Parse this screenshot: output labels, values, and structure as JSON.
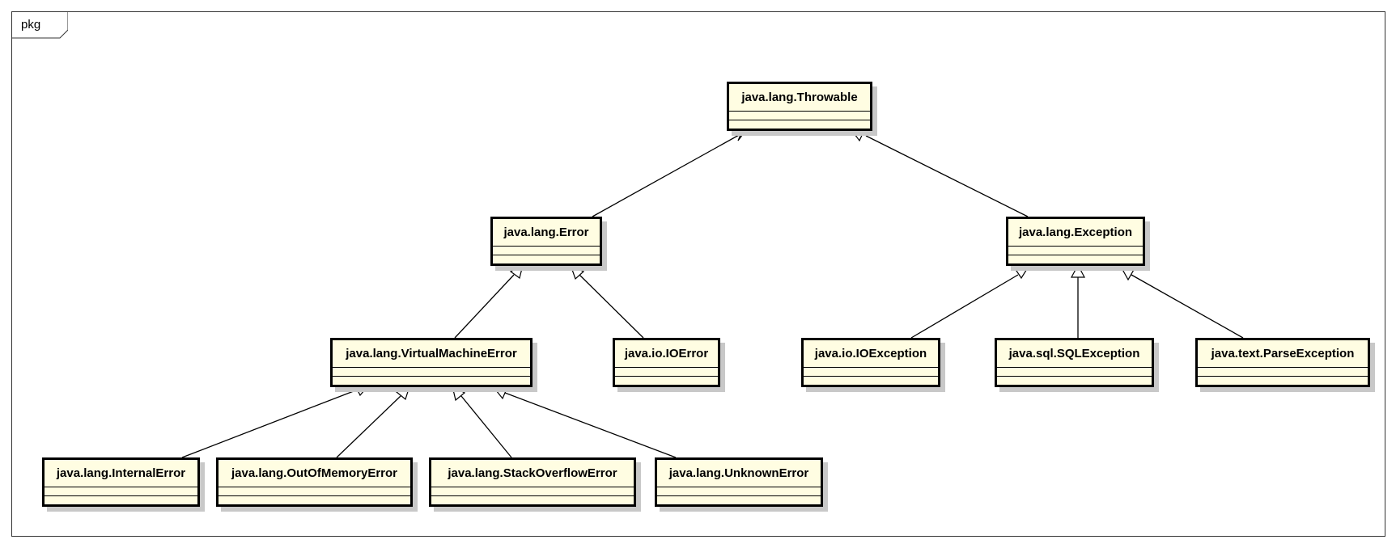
{
  "package": {
    "label": "pkg"
  },
  "classes": {
    "throwable": "java.lang.Throwable",
    "error": "java.lang.Error",
    "exception": "java.lang.Exception",
    "virtual_machine_error": "java.lang.VirtualMachineError",
    "io_error": "java.io.IOError",
    "io_exception": "java.io.IOException",
    "sql_exception": "java.sql.SQLException",
    "parse_exception": "java.text.ParseException",
    "internal_error": "java.lang.InternalError",
    "out_of_memory_error": "java.lang.OutOfMemoryError",
    "stack_overflow_error": "java.lang.StackOverflowError",
    "unknown_error": "java.lang.UnknownError"
  },
  "generalizations": [
    {
      "child": "error",
      "parent": "throwable"
    },
    {
      "child": "exception",
      "parent": "throwable"
    },
    {
      "child": "virtual_machine_error",
      "parent": "error"
    },
    {
      "child": "io_error",
      "parent": "error"
    },
    {
      "child": "io_exception",
      "parent": "exception"
    },
    {
      "child": "sql_exception",
      "parent": "exception"
    },
    {
      "child": "parse_exception",
      "parent": "exception"
    },
    {
      "child": "internal_error",
      "parent": "virtual_machine_error"
    },
    {
      "child": "out_of_memory_error",
      "parent": "virtual_machine_error"
    },
    {
      "child": "stack_overflow_error",
      "parent": "virtual_machine_error"
    },
    {
      "child": "unknown_error",
      "parent": "virtual_machine_error"
    }
  ]
}
